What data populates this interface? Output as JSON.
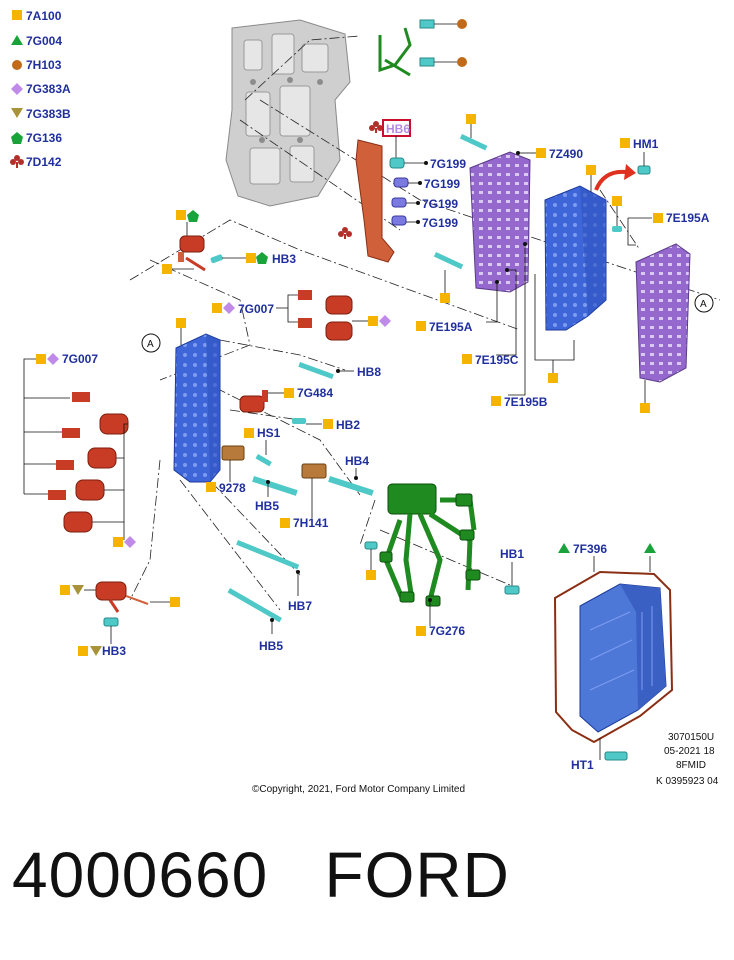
{
  "legend": [
    {
      "shape": "square",
      "color": "#f5b400",
      "code": "7A100"
    },
    {
      "shape": "triangle",
      "color": "#1aa33a",
      "code": "7G004"
    },
    {
      "shape": "circle",
      "color": "#c06a1a",
      "code": "7H103"
    },
    {
      "shape": "diamond",
      "color": "#c08be8",
      "code": "7G383A"
    },
    {
      "shape": "triangle-down",
      "color": "#a8923a",
      "code": "7G383B"
    },
    {
      "shape": "pentagon",
      "color": "#1aa33a",
      "code": "7G136"
    },
    {
      "shape": "club",
      "color": "#b3302a",
      "code": "7D142"
    }
  ],
  "callouts": {
    "hb6": "HB6",
    "g199a": "7G199",
    "g199b": "7G199",
    "g199c": "7G199",
    "g199d": "7G199",
    "z490": "7Z490",
    "hm1": "HM1",
    "e195a_r": "7E195A",
    "e195a_l": "7E195A",
    "e195c": "7E195C",
    "e195b": "7E195B",
    "hb3_top": "HB3",
    "g007_top": "7G007",
    "g007_left": "7G007",
    "hb8": "HB8",
    "g484": "7G484",
    "hb2": "HB2",
    "hs1": "HS1",
    "n9278": "9278",
    "hb5a": "HB5",
    "hb4": "HB4",
    "h141": "7H141",
    "hb1": "HB1",
    "f396": "7F396",
    "hb7": "HB7",
    "hb5b": "HB5",
    "hb3_bot": "HB3",
    "g276": "7G276",
    "ht1": "HT1",
    "circle_a": "A"
  },
  "info": {
    "line1": "3070150U",
    "line2": "05-2021 18",
    "line3": "8FMID",
    "line4": "K 0395923 04"
  },
  "copyright": "©Copyright, 2021, Ford Motor Company Limited",
  "footer": "4000660   FORD",
  "colors": {
    "label": "#1f2f9e",
    "valve_body": "#3f66d8",
    "separator": "#9468cc",
    "solenoid": "#c83c25",
    "harness": "#1f8a1f",
    "pan": "#4e78d8",
    "bolt": "#4fc8c8",
    "housing": "#b9b9b9",
    "bracket": "#d0603a",
    "sensor": "#b87a3a"
  }
}
